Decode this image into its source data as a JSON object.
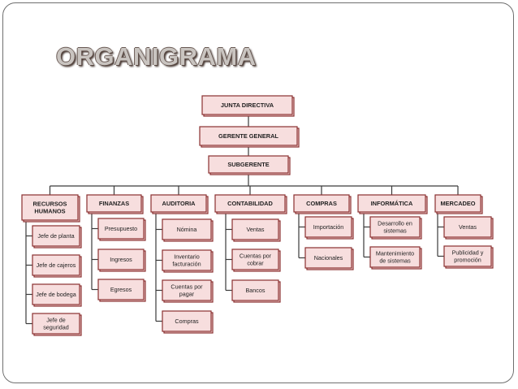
{
  "title": "ORGANIGRAMA",
  "top": [
    {
      "id": "junta",
      "lines": [
        "JUNTA DIRECTIVA"
      ]
    },
    {
      "id": "gerente",
      "lines": [
        "GERENTE  GENERAL"
      ]
    },
    {
      "id": "subgerente",
      "lines": [
        "SUBGERENTE"
      ]
    }
  ],
  "departments": [
    {
      "id": "rrhh",
      "lines": [
        "RECURSOS",
        "HUMANOS"
      ],
      "children": [
        [
          "Jefe de planta"
        ],
        [
          "Jefe de cajeros"
        ],
        [
          "Jefe de bodega"
        ],
        [
          "Jefe de",
          "seguridad"
        ]
      ]
    },
    {
      "id": "finanzas",
      "lines": [
        "FINANZAS"
      ],
      "children": [
        [
          "Presupuesto"
        ],
        [
          "Ingresos"
        ],
        [
          "Egresos"
        ]
      ]
    },
    {
      "id": "auditoria",
      "lines": [
        "AUDITORIA"
      ],
      "children": [
        [
          "Nómina"
        ],
        [
          "Inventario",
          "facturación"
        ],
        [
          "Cuentas por",
          "pagar"
        ],
        [
          "Compras"
        ]
      ]
    },
    {
      "id": "contabilidad",
      "lines": [
        "CONTABILIDAD"
      ],
      "children": [
        [
          "Ventas"
        ],
        [
          "Cuentas por",
          "cobrar"
        ],
        [
          "Bancos"
        ]
      ]
    },
    {
      "id": "compras",
      "lines": [
        "COMPRAS"
      ],
      "children": [
        [
          "Importación"
        ],
        [
          "Nacionales"
        ]
      ]
    },
    {
      "id": "informatica",
      "lines": [
        "INFORMÁTICA"
      ],
      "children": [
        [
          "Desarrollo en",
          "sistemas"
        ],
        [
          "Mantenimiento",
          "de sistemas"
        ]
      ]
    },
    {
      "id": "mercadeo",
      "lines": [
        "MERCADEO"
      ],
      "children": [
        [
          "Ventas"
        ],
        [
          "Publicidad y",
          "promoción"
        ]
      ]
    }
  ]
}
